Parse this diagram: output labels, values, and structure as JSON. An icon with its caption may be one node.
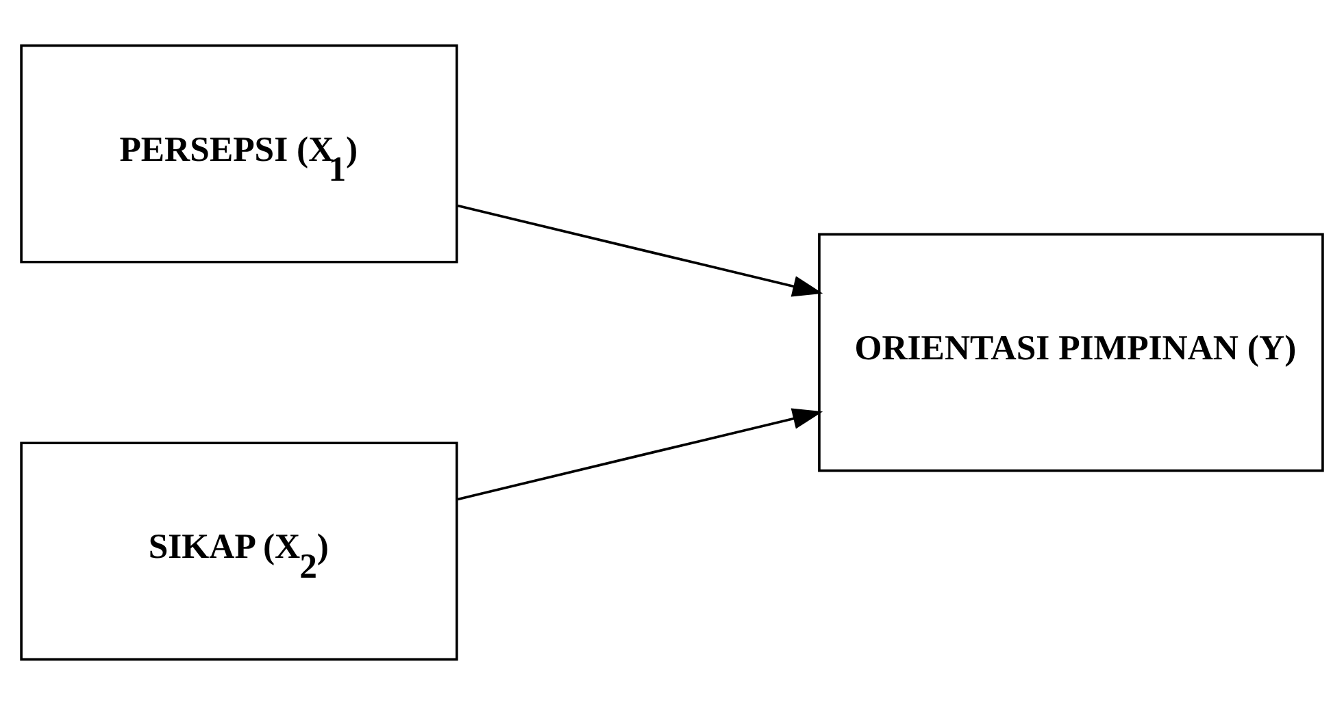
{
  "diagram": {
    "nodes": [
      {
        "text": [
          "PERSEPSI (X$_{1}$)"
        ]
      },
      {
        "text": [
          "SIKAP (X$_{2}$)"
        ]
      },
      {
        "text": [
          "ORIENTASI PIMPINAN (Y)"
        ]
      }
    ],
    "edges": [
      {
        "from": 0,
        "to": 2,
        "arrow": "to"
      },
      {
        "from": 1,
        "to": 2,
        "arrow": "to"
      }
    ]
  }
}
